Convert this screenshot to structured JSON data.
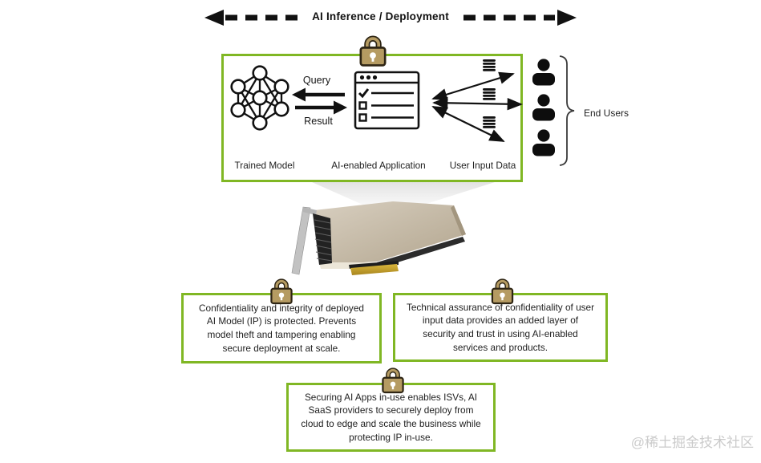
{
  "header": {
    "title": "AI Inference / Deployment"
  },
  "flow": {
    "query_label": "Query",
    "result_label": "Result",
    "trained_model_label": "Trained Model",
    "application_label": "AI-enabled Application",
    "user_input_label": "User Input Data",
    "end_users_label": "End Users"
  },
  "callouts": {
    "model_protection": "Confidentiality and integrity of deployed AI Model (IP) is protected. Prevents model theft and tampering enabling secure deployment at scale.",
    "user_data_assurance": "Technical assurance of confidentiality of user input data provides an added layer of security and trust in using AI-enabled services and products.",
    "apps_in_use": "Securing AI Apps in-use enables ISVs, AI SaaS providers to securely deploy from cloud to edge and scale the business while protecting IP in-use."
  },
  "watermark": "@稀土掘金技术社区",
  "colors": {
    "accent_green": "#80b724",
    "lock_body": "#b59b62",
    "lock_outline": "#2e2514",
    "ink": "#111111"
  }
}
